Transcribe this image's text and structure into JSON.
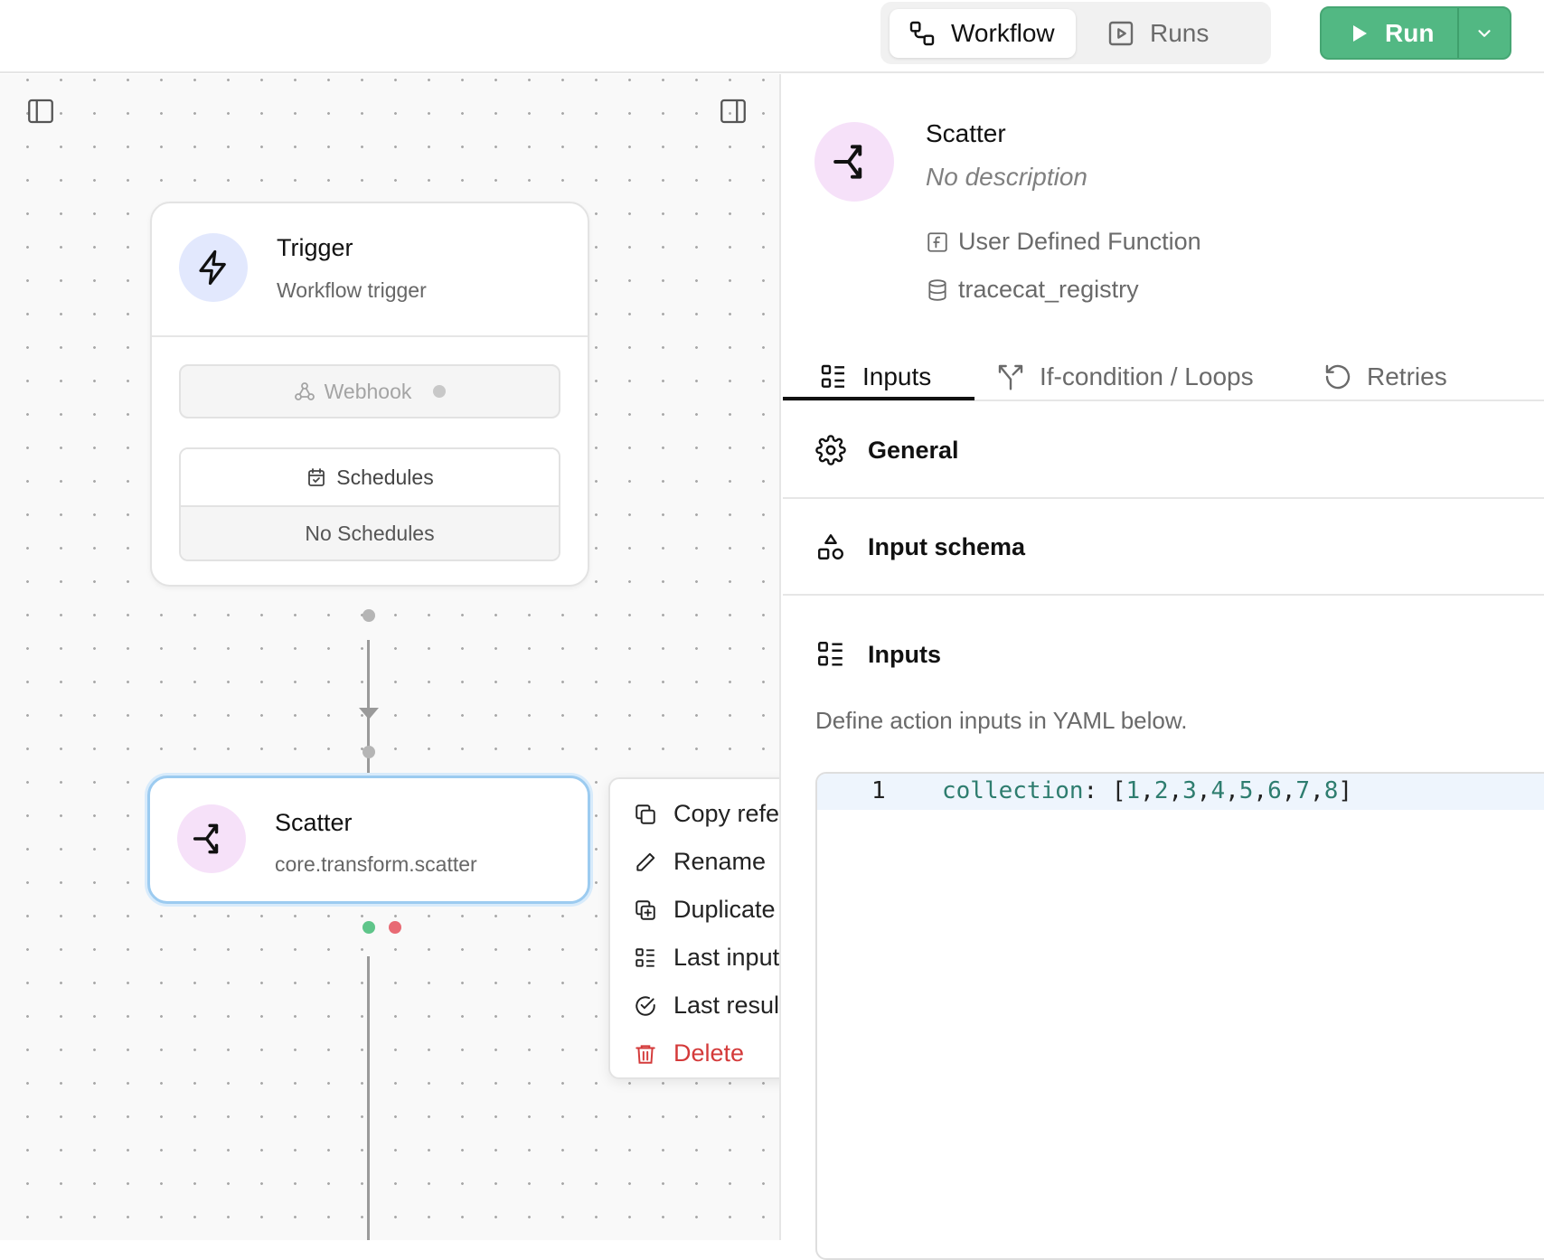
{
  "header": {
    "tabs": [
      {
        "label": "Workflow",
        "icon": "workflow-icon",
        "active": true
      },
      {
        "label": "Runs",
        "icon": "play-square-icon",
        "active": false
      }
    ],
    "run_label": "Run",
    "run_color": "#52b883"
  },
  "canvas": {
    "trigger": {
      "title": "Trigger",
      "subtitle": "Workflow trigger",
      "webhook_label": "Webhook",
      "schedules_label": "Schedules",
      "schedules_empty": "No Schedules",
      "icon": "zap-icon"
    },
    "scatter": {
      "title": "Scatter",
      "subtitle": "core.transform.scatter",
      "icon": "scatter-icon"
    },
    "context_menu": [
      {
        "label": "Copy refe",
        "icon": "copy-icon"
      },
      {
        "label": "Rename",
        "icon": "pencil-icon"
      },
      {
        "label": "Duplicate",
        "icon": "duplicate-icon"
      },
      {
        "label": "Last input",
        "icon": "list-icon"
      },
      {
        "label": "Last resul",
        "icon": "check-circle-icon"
      },
      {
        "label": "Delete",
        "icon": "trash-icon",
        "color": "#d43a3a"
      }
    ]
  },
  "panel": {
    "title": "Scatter",
    "description": "No description",
    "type_label": "User Defined Function",
    "registry_label": "tracecat_registry",
    "tabs": [
      {
        "label": "Inputs",
        "active": true
      },
      {
        "label": "If-condition / Loops",
        "active": false
      },
      {
        "label": "Retries",
        "active": false
      }
    ],
    "sections": {
      "general": "General",
      "input_schema": "Input schema",
      "inputs": "Inputs"
    },
    "inputs_hint": "Define action inputs in YAML below.",
    "editor": {
      "line_number": "1",
      "key": "collection",
      "colon": ": ",
      "values": [
        "1",
        "2",
        "3",
        "4",
        "5",
        "6",
        "7",
        "8"
      ]
    }
  }
}
